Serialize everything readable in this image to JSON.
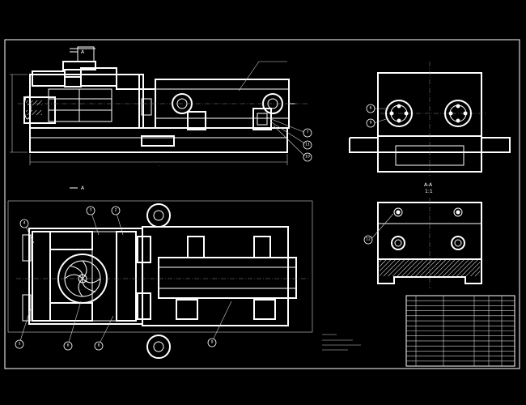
{
  "callouts_front": [
    "7",
    "11",
    "10"
  ],
  "callouts_plan": [
    "3",
    "2",
    "4",
    "5",
    "6",
    "8",
    "9"
  ],
  "callouts_side": [
    "6",
    "9"
  ],
  "callouts_section": [
    "12"
  ],
  "section_marks": [
    "A",
    "A"
  ],
  "section_title": "A-A",
  "section_scale": "1:1",
  "colors": {
    "background": "#000000",
    "line": "#ffffff",
    "hatch": "#ffffff"
  }
}
